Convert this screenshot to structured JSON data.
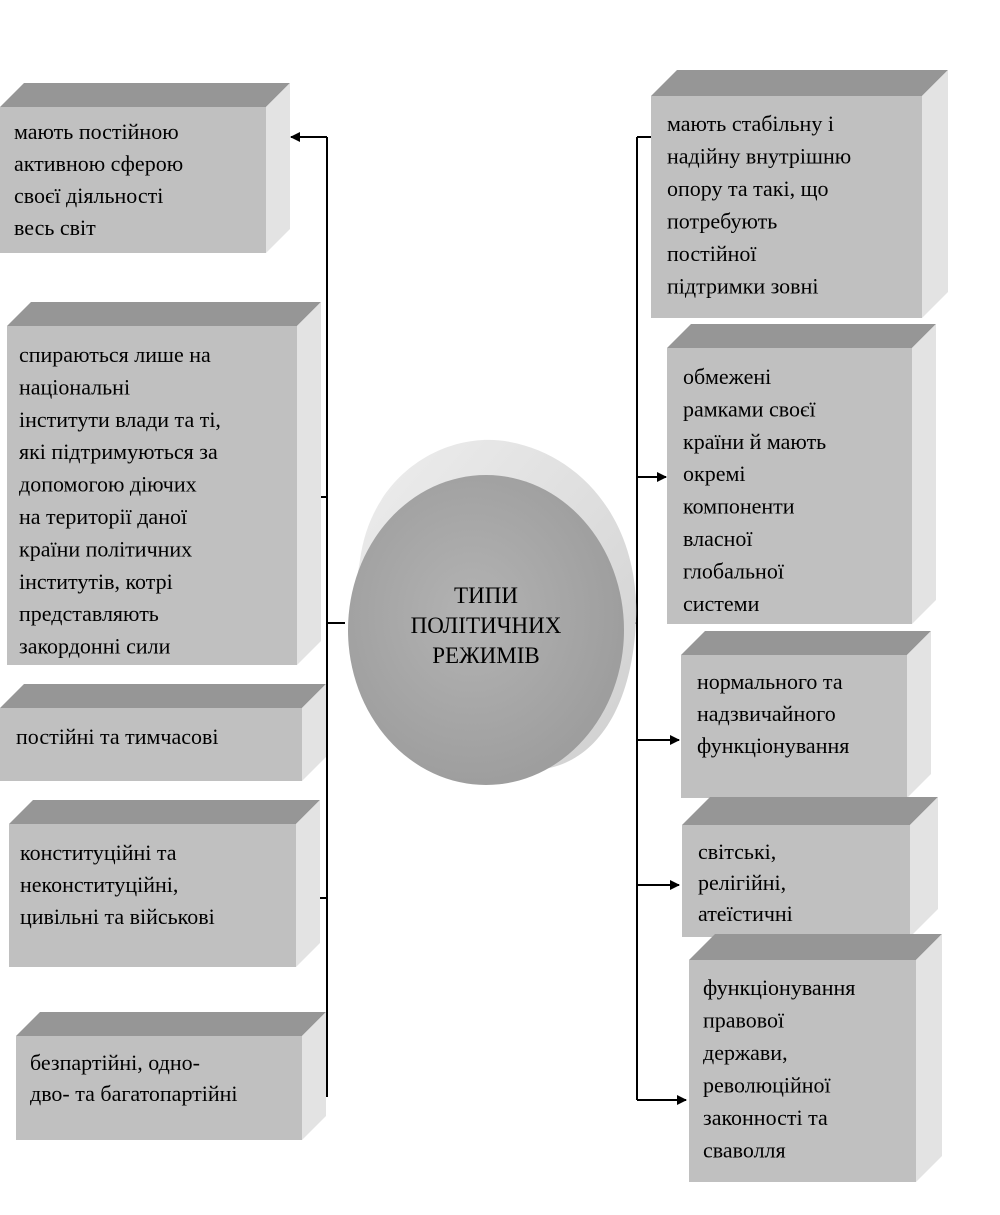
{
  "center": {
    "lines": [
      "ТИПИ",
      "ПОЛІТИЧНИХ",
      "РЕЖИМІВ"
    ]
  },
  "left_boxes": [
    {
      "lines": [
        "мають постійною",
        "активною сферою",
        "своєї діяльності",
        "весь світ"
      ]
    },
    {
      "lines": [
        "спираються лише на",
        "національні",
        "інститути влади та ті,",
        "які підтримуються за",
        "допомогою діючих",
        "на території даної",
        "країни політичних",
        "інститутів, котрі",
        "представляють",
        "закордонні сили"
      ]
    },
    {
      "lines": [
        "постійні та тимчасові"
      ]
    },
    {
      "lines": [
        "конституційні та",
        "неконституційні,",
        "цивільні та військові"
      ]
    },
    {
      "lines": [
        "безпартійні, одно-",
        "дво- та багатопартійні"
      ]
    }
  ],
  "right_boxes": [
    {
      "lines": [
        "мають стабільну і",
        "надійну внутрішню",
        "опору та такі, що",
        "потребують",
        "постійної",
        "підтримки зовні"
      ]
    },
    {
      "lines": [
        "обмежені",
        "рамками своєї",
        "країни й мають",
        "окремі",
        "компоненти",
        "власної",
        "глобальної",
        "системи"
      ]
    },
    {
      "lines": [
        "нормального та",
        "надзвичайного",
        "функціонування"
      ]
    },
    {
      "lines": [
        "світські,",
        "релігійні,",
        "атеїстичні"
      ]
    },
    {
      "lines": [
        "функціонування",
        "правової",
        "держави,",
        "революційної",
        "законності та",
        "сваволля"
      ]
    }
  ],
  "colors": {
    "box_front": "#c0c0c0",
    "box_top": "#969696",
    "box_side": "#e3e3e3",
    "disk_face": "#a6a6a6",
    "disk_rim": "#d9d9d9",
    "line": "#000000"
  }
}
